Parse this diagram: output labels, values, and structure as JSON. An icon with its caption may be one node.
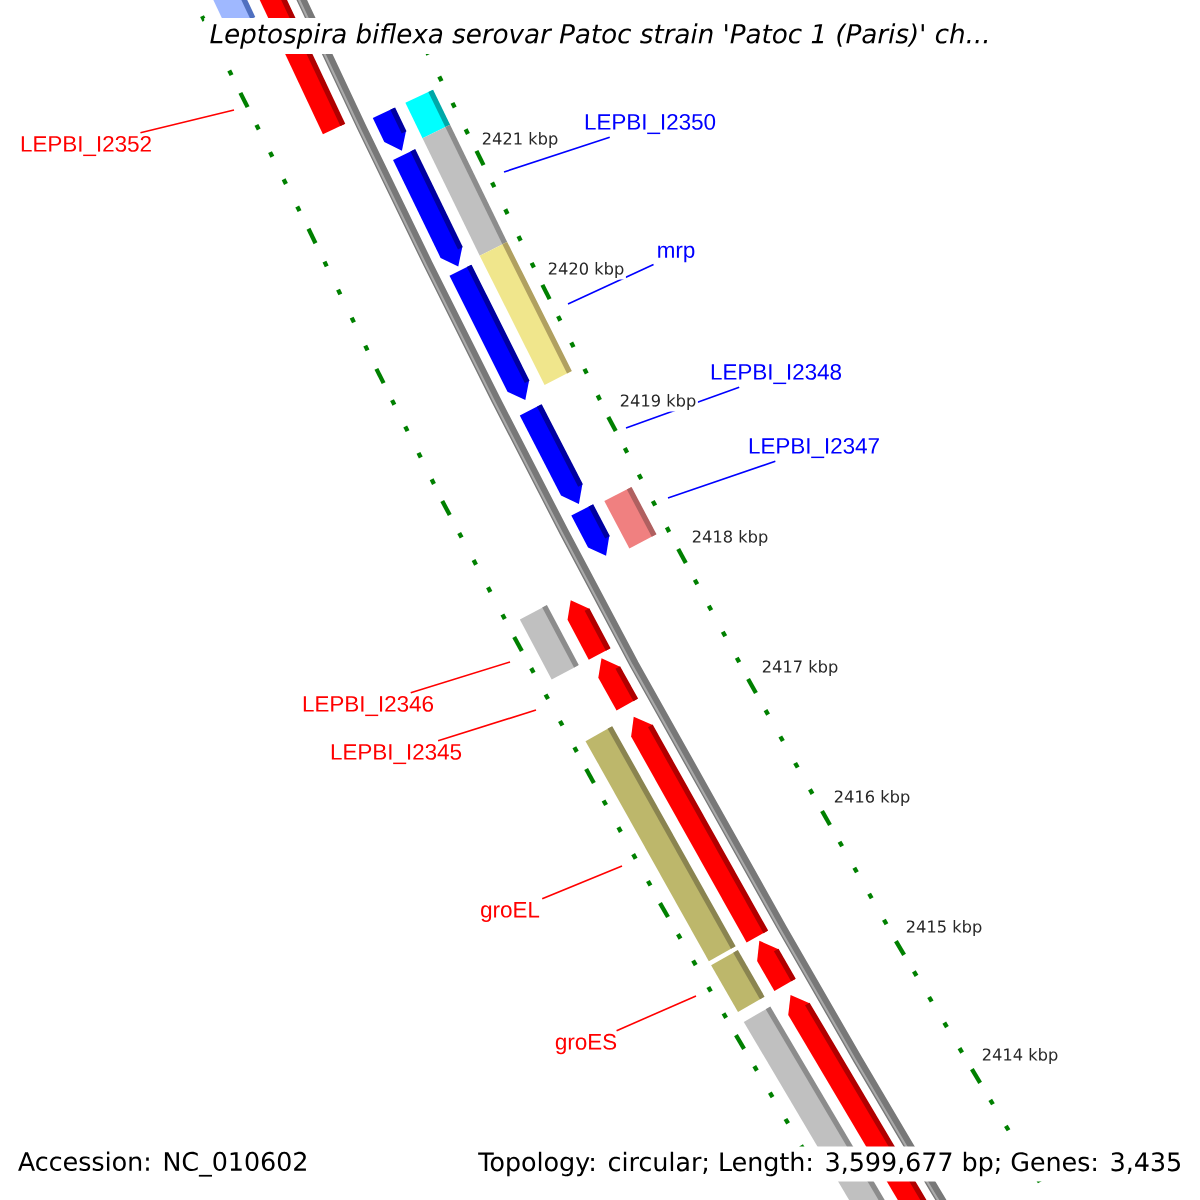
{
  "diagram": {
    "title": "*Leptospira biflexa* serovar Patoc strain 'Patoc 1 (Paris)' ch...",
    "nodes": [
      {
        "text": [
          "LEPBI_I2352"
        ]
      },
      {
        "text": [
          "LEPBI_I2350"
        ]
      },
      {
        "text": [
          "mrp"
        ]
      },
      {
        "text": [
          "LEPBI_I2348"
        ]
      },
      {
        "text": [
          "LEPBI_I2347"
        ]
      },
      {
        "text": [
          "LEPBI_I2346"
        ]
      },
      {
        "text": [
          "LEPBI_I2345"
        ]
      },
      {
        "text": [
          "groEL"
        ]
      },
      {
        "text": [
          "groES"
        ]
      }
    ],
    "edges": [
      {
        "from": 0,
        "to": null,
        "arrow": "none"
      },
      {
        "from": 1,
        "to": null,
        "arrow": "none",
        "color": "#0000ff"
      },
      {
        "from": 2,
        "to": null,
        "arrow": "none",
        "color": "#0000ff"
      },
      {
        "from": 3,
        "to": null,
        "arrow": "none",
        "color": "#0000ff"
      },
      {
        "from": 4,
        "to": null,
        "arrow": "none",
        "color": "#0000ff"
      },
      {
        "from": 5,
        "to": null,
        "arrow": "none"
      },
      {
        "from": 6,
        "to": null,
        "arrow": "none"
      },
      {
        "from": 7,
        "to": null,
        "arrow": "none"
      },
      {
        "from": 8,
        "to": null,
        "arrow": "none"
      }
    ],
    "labels": [
      "2421 kbp",
      "2420 kbp",
      "2419 kbp",
      "2418 kbp",
      "2417 kbp",
      "2416 kbp",
      "2415 kbp",
      "2414 kbp",
      "Accession: NC_010602",
      "Topology: circular; Length: 3,599,677 bp; Genes: 3,435"
    ]
  }
}
